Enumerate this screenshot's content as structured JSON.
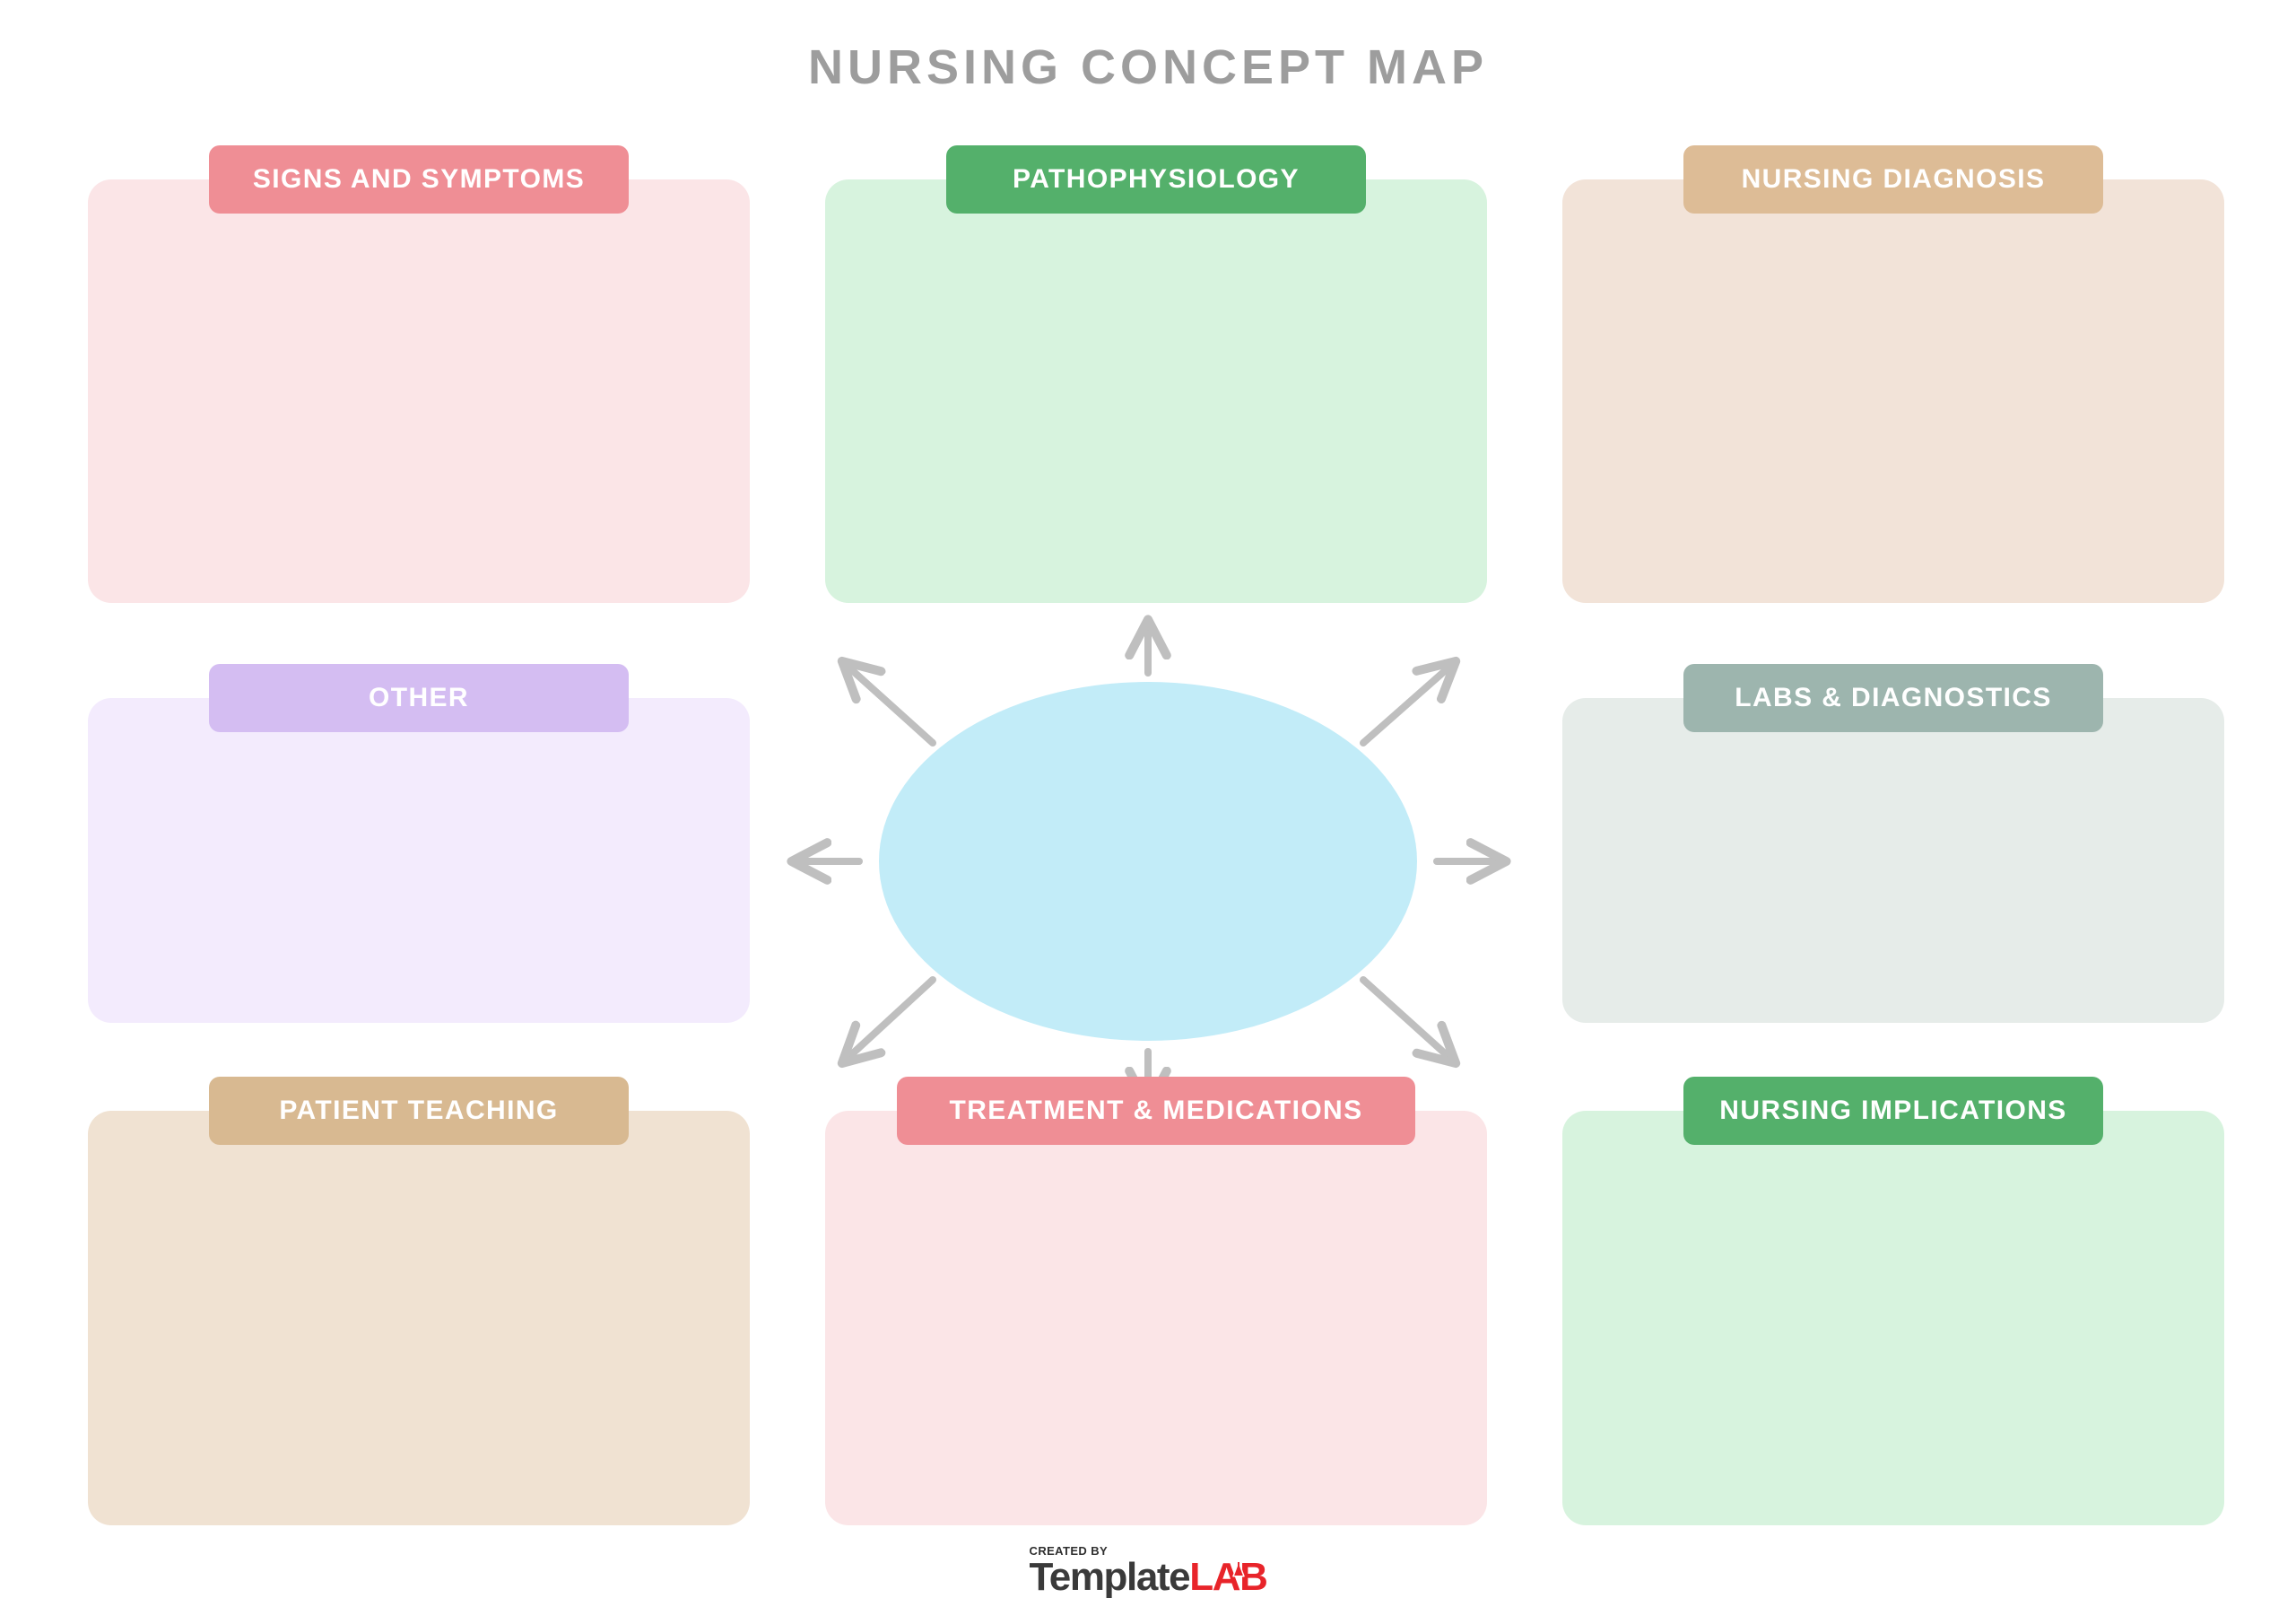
{
  "title": "NURSING CONCEPT MAP",
  "center": {
    "shape": "ellipse",
    "fill_color": "#c2ecf8",
    "label": ""
  },
  "arrows": {
    "color": "#bfbfbf",
    "count": 8,
    "directions": [
      "up",
      "up-left",
      "up-right",
      "left",
      "right",
      "down",
      "down-left",
      "down-right"
    ]
  },
  "panels": [
    {
      "id": "signs-and-symptoms",
      "label": "SIGNS AND SYMPTOMS",
      "header_color": "#ef8e95",
      "body_color": "#fbe5e7",
      "content": ""
    },
    {
      "id": "pathophysiology",
      "label": "PATHOPHYSIOLOGY",
      "header_color": "#54b06b",
      "body_color": "#d7f3de",
      "content": ""
    },
    {
      "id": "nursing-diagnosis",
      "label": "NURSING DIAGNOSIS",
      "header_color": "#ddbc96",
      "body_color": "#f2e3d8",
      "content": ""
    },
    {
      "id": "other",
      "label": "OTHER",
      "header_color": "#d4bdf2",
      "body_color": "#f3ebfd",
      "content": ""
    },
    {
      "id": "labs-and-diagnostics",
      "label": "LABS & DIAGNOSTICS",
      "header_color": "#9db5ae",
      "body_color": "#e6ece9",
      "content": ""
    },
    {
      "id": "patient-teaching",
      "label": "PATIENT TEACHING",
      "header_color": "#d8b991",
      "body_color": "#f0e2d2",
      "content": ""
    },
    {
      "id": "treatment-and-medications",
      "label": "TREATMENT & MEDICATIONS",
      "header_color": "#ef8e95",
      "body_color": "#fbe5e7",
      "content": ""
    },
    {
      "id": "nursing-implications",
      "label": "NURSING IMPLICATIONS",
      "header_color": "#54b06b",
      "body_color": "#d7f3de",
      "content": ""
    }
  ],
  "footer": {
    "created_by": "CREATED BY",
    "brand_first": "Template",
    "brand_second": "LAB",
    "brand_first_color": "#3a3a3a",
    "brand_second_color": "#e8242a"
  }
}
